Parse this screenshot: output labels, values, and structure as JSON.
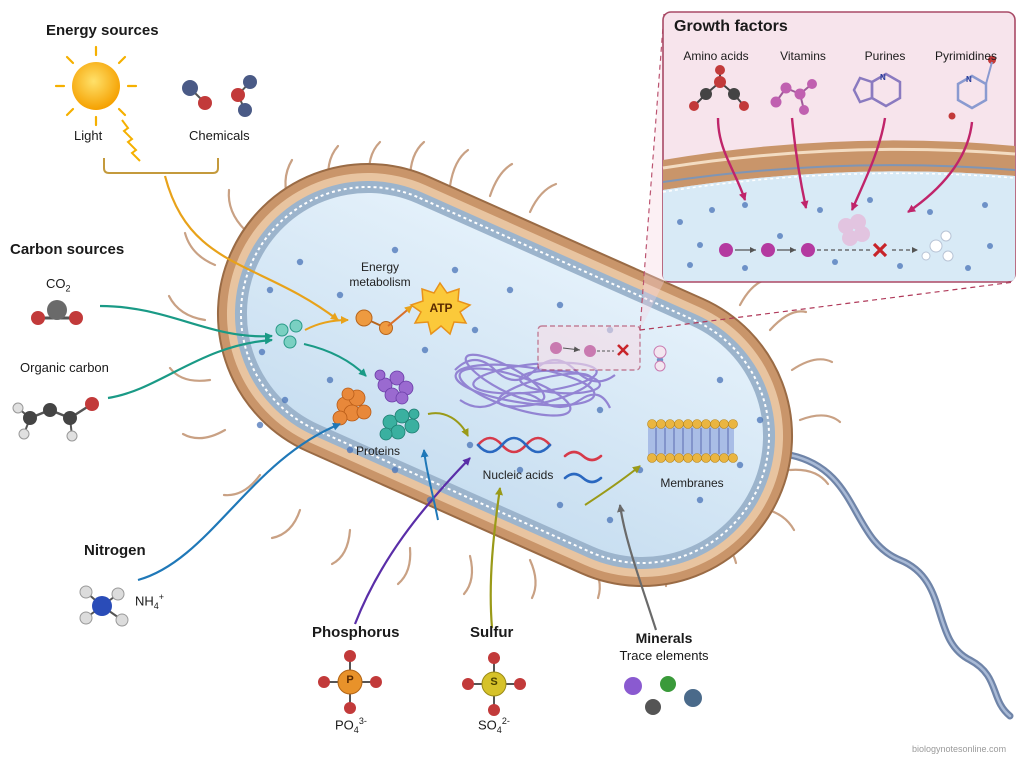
{
  "energy": {
    "title": "Energy sources",
    "light": "Light",
    "chemicals": "Chemicals"
  },
  "carbon": {
    "title": "Carbon sources",
    "co2_main": "CO",
    "co2_sub": "2",
    "organic": "Organic carbon"
  },
  "nitrogen": {
    "title": "Nitrogen",
    "formula_main": "NH",
    "formula_sub": "4",
    "formula_sup": "+"
  },
  "phosphorus": {
    "title": "Phosphorus",
    "atom": "P",
    "formula_main": "PO",
    "formula_sub": "4",
    "formula_sup": "3-"
  },
  "sulfur": {
    "title": "Sulfur",
    "atom": "S",
    "formula_main": "SO",
    "formula_sub": "4",
    "formula_sup": "2-"
  },
  "minerals": {
    "title": "Minerals",
    "subtitle": "Trace elements"
  },
  "cell": {
    "energy_metabolism_line1": "Energy",
    "energy_metabolism_line2": "metabolism",
    "atp": "ATP",
    "proteins": "Proteins",
    "nucleic_acids": "Nucleic acids",
    "membranes": "Membranes"
  },
  "growth_factors": {
    "title": "Growth factors",
    "items": [
      "Amino acids",
      "Vitamins",
      "Purines",
      "Pyrimidines"
    ],
    "purine_atom": "N",
    "pyrimidine_atom": "N"
  },
  "credit": "biologynotesonline.com",
  "colors": {
    "energy_arrow": "#e8a21a",
    "carbon_arrow": "#1a9a86",
    "nitrogen_arrow": "#1f78b8",
    "phosphorus_arrow": "#5a2ea8",
    "sulfur_arrow": "#9a9a18",
    "minerals_arrow": "#6a6a6a",
    "growth_arrow": "#c0246a",
    "cytoplasm": "#d8eaf6",
    "wall": "#c9956a",
    "inset_bg": "#f7e4ec"
  }
}
